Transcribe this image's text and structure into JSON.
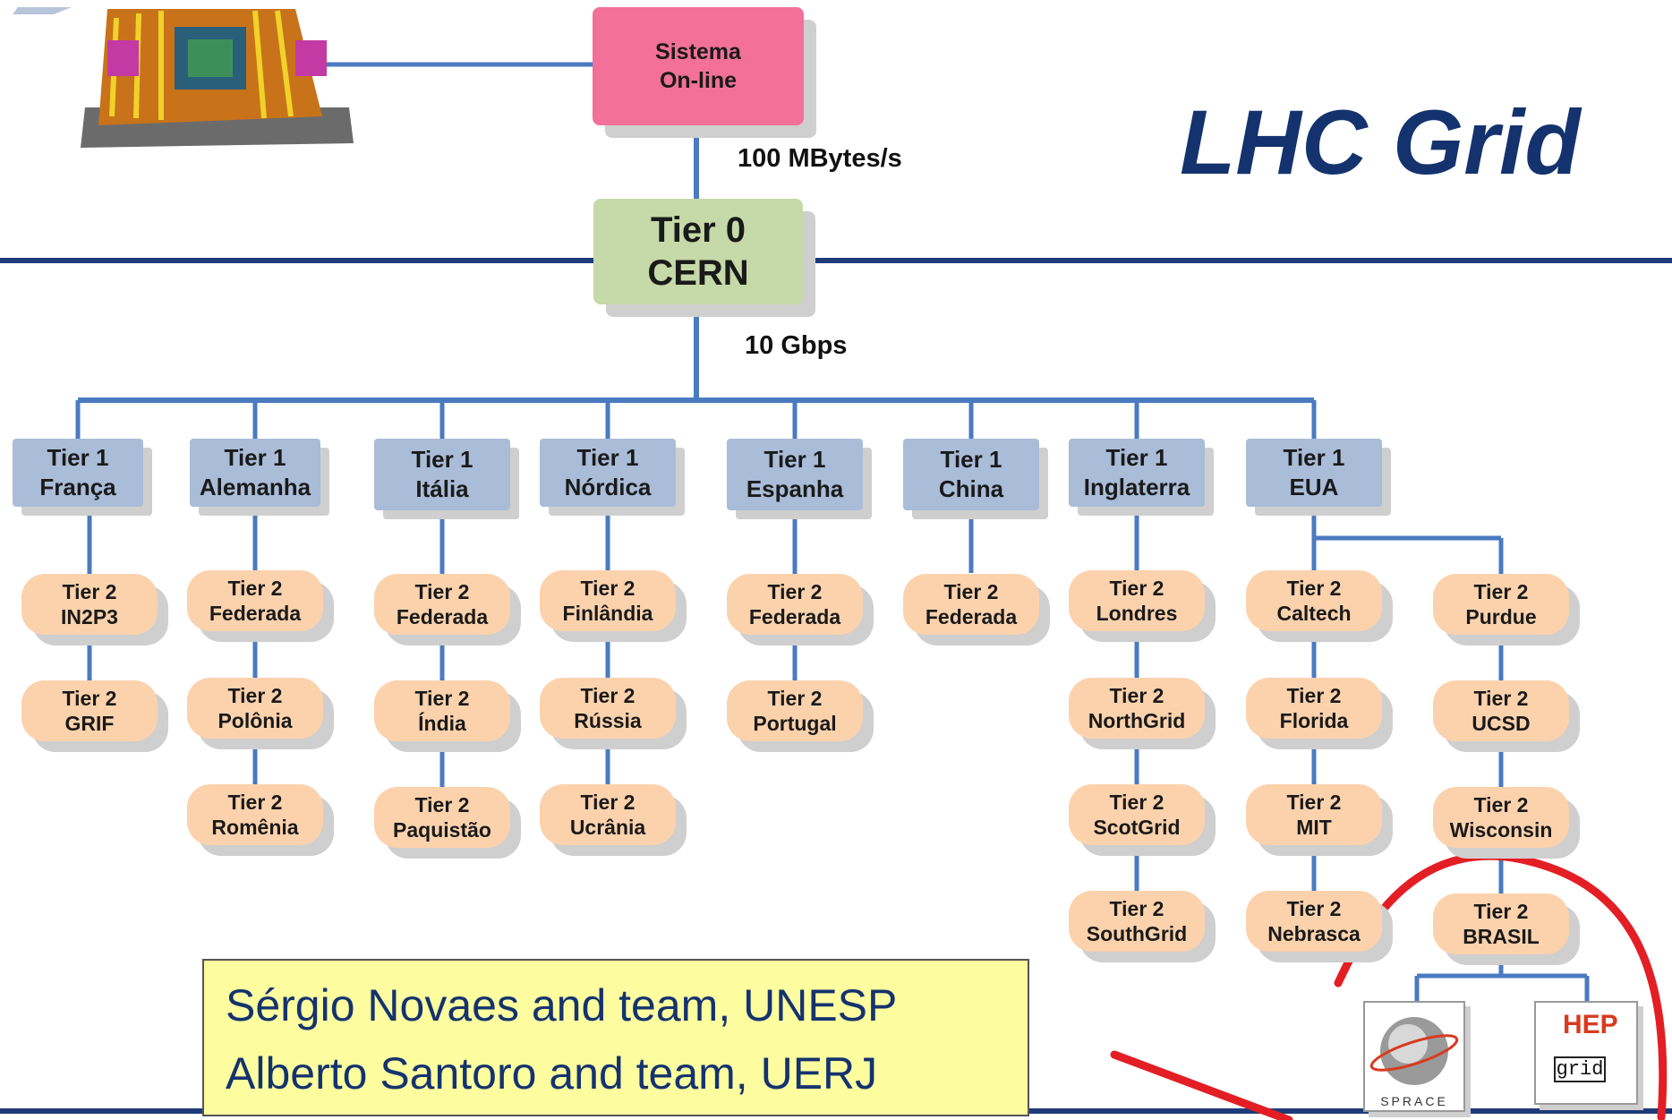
{
  "title": "LHC Grid",
  "online": {
    "line1": "Sistema",
    "line2": "On-line"
  },
  "tier0": {
    "line1": "Tier 0",
    "line2": "CERN"
  },
  "speeds": {
    "online_to_tier0": "100 MBytes/s",
    "tier0_to_tier1": "10 Gbps"
  },
  "tier1": [
    {
      "line1": "Tier 1",
      "line2": "França",
      "tier2": [
        {
          "line1": "Tier 2",
          "line2": "IN2P3"
        },
        {
          "line1": "Tier 2",
          "line2": "GRIF"
        }
      ]
    },
    {
      "line1": "Tier 1",
      "line2": "Alemanha",
      "tier2": [
        {
          "line1": "Tier 2",
          "line2": "Federada"
        },
        {
          "line1": "Tier 2",
          "line2": "Polônia"
        },
        {
          "line1": "Tier 2",
          "line2": "Romênia"
        }
      ]
    },
    {
      "line1": "Tier 1",
      "line2": "Itália",
      "tier2": [
        {
          "line1": "Tier 2",
          "line2": "Federada"
        },
        {
          "line1": "Tier 2",
          "line2": "Índia"
        },
        {
          "line1": "Tier 2",
          "line2": "Paquistão"
        }
      ]
    },
    {
      "line1": "Tier 1",
      "line2": "Nórdica",
      "tier2": [
        {
          "line1": "Tier 2",
          "line2": "Finlândia"
        },
        {
          "line1": "Tier 2",
          "line2": "Rússia"
        },
        {
          "line1": "Tier 2",
          "line2": "Ucrânia"
        }
      ]
    },
    {
      "line1": "Tier 1",
      "line2": "Espanha",
      "tier2": [
        {
          "line1": "Tier 2",
          "line2": "Federada"
        },
        {
          "line1": "Tier 2",
          "line2": "Portugal"
        }
      ]
    },
    {
      "line1": "Tier 1",
      "line2": "China",
      "tier2": [
        {
          "line1": "Tier 2",
          "line2": "Federada"
        }
      ]
    },
    {
      "line1": "Tier 1",
      "line2": "Inglaterra",
      "tier2": [
        {
          "line1": "Tier 2",
          "line2": "Londres"
        },
        {
          "line1": "Tier 2",
          "line2": "NorthGrid"
        },
        {
          "line1": "Tier 2",
          "line2": "ScotGrid"
        },
        {
          "line1": "Tier 2",
          "line2": "SouthGrid"
        }
      ]
    },
    {
      "line1": "Tier 1",
      "line2": "EUA",
      "tier2": [
        {
          "line1": "Tier 2",
          "line2": "Caltech"
        },
        {
          "line1": "Tier 2",
          "line2": "Florida"
        },
        {
          "line1": "Tier 2",
          "line2": "MIT"
        },
        {
          "line1": "Tier 2",
          "line2": "Nebrasca"
        }
      ]
    }
  ],
  "eua_branch": [
    {
      "line1": "Tier 2",
      "line2": "Purdue"
    },
    {
      "line1": "Tier 2",
      "line2": "UCSD"
    },
    {
      "line1": "Tier 2",
      "line2": "Wisconsin"
    },
    {
      "line1": "Tier 2",
      "line2": "BRASIL"
    }
  ],
  "credits": [
    "Sérgio Novaes and team, UNESP",
    "Alberto Santoro and team, UERJ"
  ],
  "logos": {
    "sprace": "SPRACE",
    "hep": "HEP",
    "grid": "grid"
  },
  "colors": {
    "title": "#14336e",
    "line": "#4a7ac0",
    "rule": "#1e3b7a",
    "tier0": "#c6d9a8",
    "online": "#f2709a",
    "tier1": "#a9bcd8",
    "tier2": "#fcd2ad",
    "credits_bg": "#fdfda0",
    "annotation": "#e31e24"
  }
}
